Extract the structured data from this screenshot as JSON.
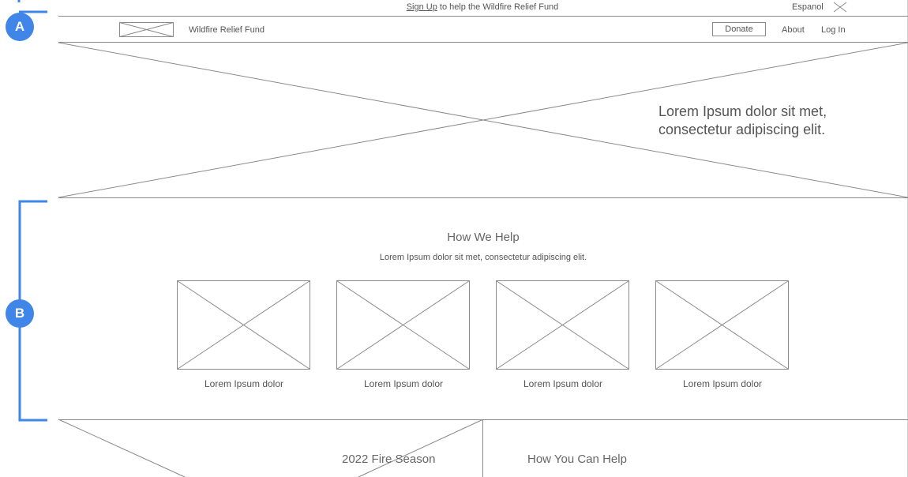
{
  "banner": {
    "signup_link": "Sign Up",
    "message": " to help the Wildfire Relief Fund",
    "language": "Espanol"
  },
  "nav": {
    "brand": "Wildfire Relief Fund",
    "donate_label": "Donate",
    "about_label": "About",
    "login_label": "Log In"
  },
  "hero": {
    "line1": "Lorem Ipsum dolor sit met,",
    "line2": "consectetur adipiscing elit."
  },
  "how_we_help": {
    "title": "How We Help",
    "subtitle": "Lorem Ipsum dolor sit met, consectetur adipiscing elit.",
    "cards": [
      {
        "caption": "Lorem Ipsum dolor"
      },
      {
        "caption": "Lorem Ipsum dolor"
      },
      {
        "caption": "Lorem Ipsum dolor"
      },
      {
        "caption": "Lorem Ipsum dolor"
      }
    ]
  },
  "bottom": {
    "fire_season": "2022 Fire Season",
    "can_help": "How You Can Help"
  },
  "annotations": {
    "a": "A",
    "b": "B"
  },
  "colors": {
    "annotation_blue": "#3f86e8",
    "wire_gray": "#8a8a8a"
  }
}
